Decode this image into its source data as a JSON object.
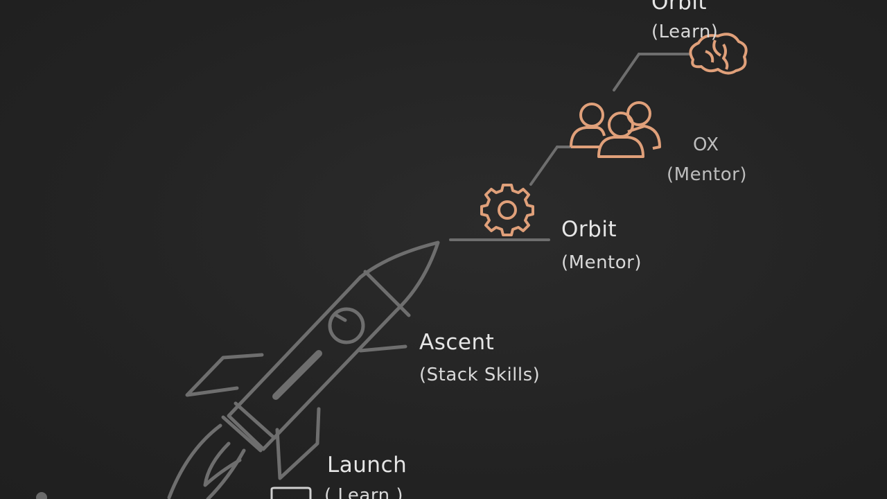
{
  "stages": [
    {
      "id": "launch",
      "title": "Launch",
      "subtitle": "( Learn )"
    },
    {
      "id": "ascent",
      "title": "Ascent",
      "subtitle": "(Stack Skills)"
    },
    {
      "id": "orbit-mentor",
      "title": "Orbit",
      "subtitle": "(Mentor)"
    },
    {
      "id": "ox-mentor",
      "title": "OX",
      "subtitle": "(Mentor)"
    },
    {
      "id": "orbit-learn",
      "title": "Orbit",
      "subtitle": "(Learn)"
    }
  ],
  "icons": {
    "rocket": "rocket-icon",
    "gear": "gear-icon",
    "people": "people-group-icon",
    "cloud": "brain-cloud-icon",
    "box": "box-icon"
  },
  "colors": {
    "background": "#242424",
    "line": "#6e6e6e",
    "accent": "#e0a07a",
    "text": "#e6e6e6"
  }
}
